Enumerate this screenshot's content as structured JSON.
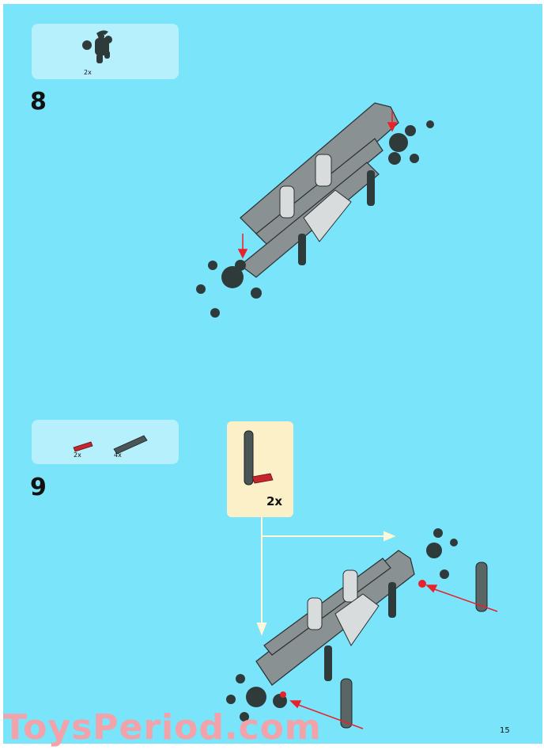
{
  "colors": {
    "page_background": "#7ae4fb",
    "parts_box": "#b6f0fd",
    "callout_box": "#fcf0c8",
    "arrow_red": "#e8222a",
    "guide_line": "#fff8d8",
    "watermark": "#f2a2a8"
  },
  "steps": [
    {
      "number": "8",
      "parts": [
        {
          "icon": "ball-joint-connector-icon",
          "quantity": "2x",
          "color": "dark-bluish-gray"
        }
      ]
    },
    {
      "number": "9",
      "parts": [
        {
          "icon": "red-axle-pin-icon",
          "quantity": "2x",
          "color": "red"
        },
        {
          "icon": "gray-liftarm-beam-icon",
          "quantity": "4x",
          "color": "dark-bluish-gray"
        }
      ],
      "sub_assembly_callout": {
        "icon": "liftarm-with-red-pin-icon",
        "quantity": "2x"
      }
    }
  ],
  "watermark": "ToysPeriod.com",
  "page_number": "15"
}
